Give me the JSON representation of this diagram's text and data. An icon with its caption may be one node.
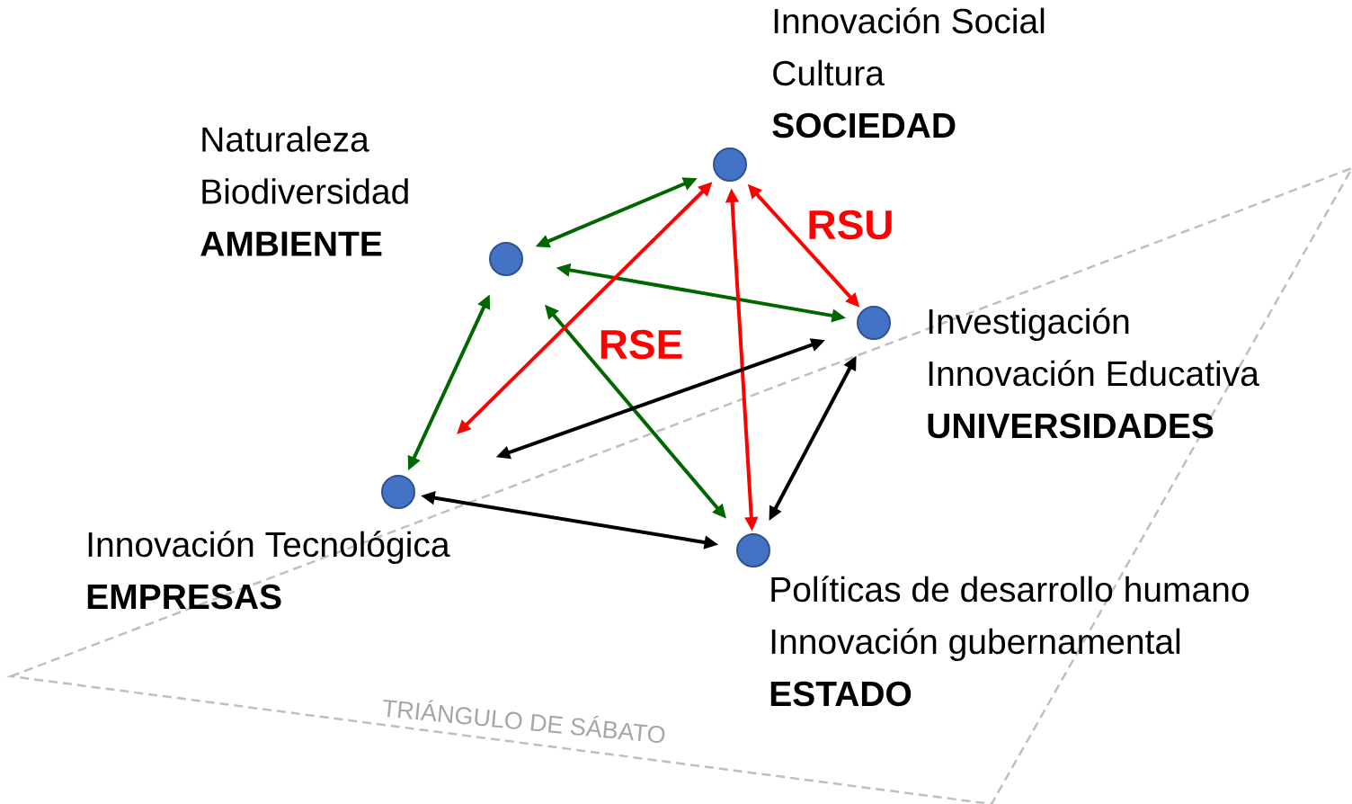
{
  "diagram": {
    "nodes": [
      {
        "text": [],
        "shape": "circle",
        "beside": [
          "Innovación Social",
          "Cultura",
          "SOCIEDAD"
        ]
      },
      {
        "text": [],
        "shape": "circle",
        "beside": [
          "Naturaleza",
          "Biodiversidad",
          "AMBIENTE"
        ]
      },
      {
        "text": [],
        "shape": "circle",
        "beside": [
          "Investigación",
          "Innovación Educativa",
          "UNIVERSIDADES"
        ]
      },
      {
        "text": [],
        "shape": "circle",
        "beside": [
          "Innovación Tecnológica",
          "EMPRESAS"
        ]
      },
      {
        "text": [],
        "shape": "circle",
        "beside": [
          "Políticas de desarrollo humano",
          "Innovación gubernamental",
          "ESTADO"
        ]
      }
    ],
    "edges": [
      {
        "from": 0,
        "to": 1,
        "arrow": "both",
        "color": "#006600"
      },
      {
        "from": 1,
        "to": 2,
        "arrow": "both",
        "color": "#006600"
      },
      {
        "from": 1,
        "to": 3,
        "arrow": "both",
        "color": "#006600"
      },
      {
        "from": 1,
        "to": 4,
        "arrow": "both",
        "color": "#006600"
      },
      {
        "from": 0,
        "to": 3,
        "arrow": "both",
        "color": "#ff0000",
        "label": "RSE"
      },
      {
        "from": 0,
        "to": 4,
        "arrow": "both",
        "color": "#ff0000"
      },
      {
        "from": 0,
        "to": 2,
        "arrow": "both",
        "color": "#ff0000",
        "label": "RSU"
      },
      {
        "from": 3,
        "to": 2,
        "arrow": "both",
        "color": "#000000"
      },
      {
        "from": 3,
        "to": 4,
        "arrow": "both",
        "color": "#000000"
      },
      {
        "from": 2,
        "to": 4,
        "arrow": "both",
        "color": "#000000"
      }
    ],
    "labels": [
      "TRIÁNGULO DE SÁBATO"
    ]
  }
}
